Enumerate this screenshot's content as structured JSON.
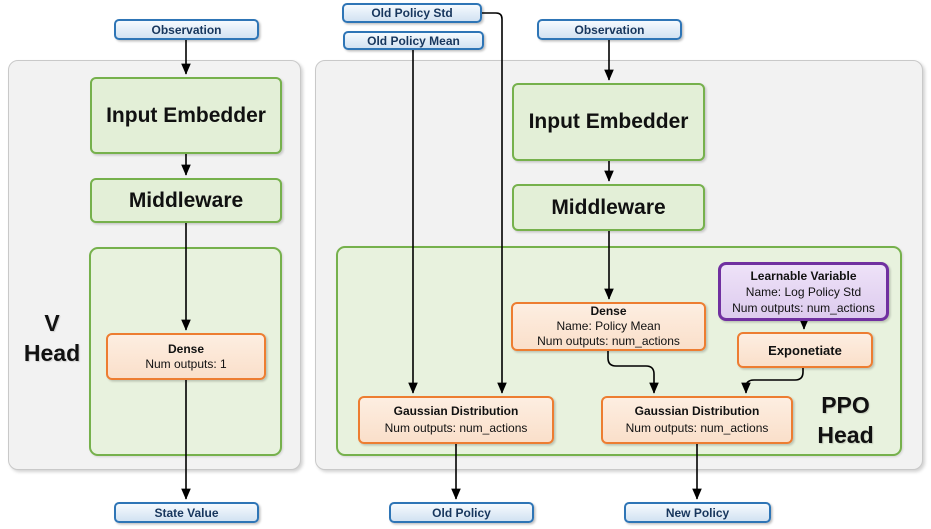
{
  "colors": {
    "blue_border": "#2E75B6",
    "blue_fill": "#D2E2F2",
    "green_border": "#70AD47",
    "green_fill": "#E3EFD7",
    "orange_border": "#ED7D31",
    "orange_fill": "#FCE4D6",
    "purple_border": "#7030A0",
    "purple_fill": "#E6D9F2",
    "panel_fill": "#F2F2F2",
    "arrow": "#000000"
  },
  "v_head": {
    "observation": "Observation",
    "input_embedder": "Input Embedder",
    "middleware": "Middleware",
    "dense": {
      "title": "Dense",
      "outputs": "Num outputs: 1"
    },
    "label": {
      "line1": "V",
      "line2": "Head"
    },
    "state_value": "State Value"
  },
  "ppo_head": {
    "old_policy_std": "Old Policy Std",
    "old_policy_mean": "Old Policy Mean",
    "observation": "Observation",
    "input_embedder": "Input Embedder",
    "middleware": "Middleware",
    "dense": {
      "title": "Dense",
      "name": "Name: Policy Mean",
      "outputs": "Num outputs: num_actions"
    },
    "learnable_variable": {
      "title": "Learnable Variable",
      "name": "Name: Log Policy Std",
      "outputs": "Num outputs: num_actions"
    },
    "exponentiate": "Exponetiate",
    "gaussian_old": {
      "title": "Gaussian Distribution",
      "outputs": "Num outputs: num_actions"
    },
    "gaussian_new": {
      "title": "Gaussian Distribution",
      "outputs": "Num outputs: num_actions"
    },
    "label": {
      "line1": "PPO",
      "line2": "Head"
    },
    "old_policy": "Old Policy",
    "new_policy": "New Policy"
  }
}
